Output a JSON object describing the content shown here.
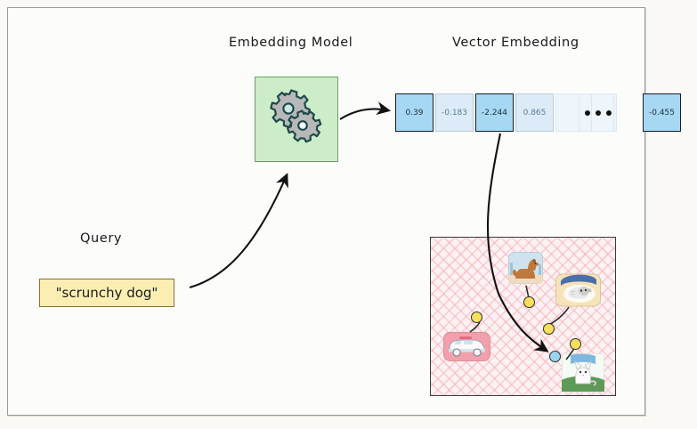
{
  "diagram": {
    "headings": {
      "embedding_model": "Embedding Model",
      "vector_embedding": "Vector Embedding",
      "query": "Query"
    },
    "query_box": {
      "text": "\"scrunchy dog\"",
      "fill": "#fbeeb3",
      "border": "#8a6d2f"
    },
    "embedding_model_box": {
      "icon": "gears-icon",
      "fill": "#cdedc8",
      "border": "#6e9c6a"
    },
    "vector_cells": [
      {
        "value": "0.39",
        "style": "dark"
      },
      {
        "value": "-0.183",
        "style": "light"
      },
      {
        "value": "-2.244",
        "style": "dark"
      },
      {
        "value": "0.865",
        "style": "light"
      },
      {
        "value": "",
        "style": "ellipsis"
      },
      {
        "value": "-0.455",
        "style": "dark"
      }
    ],
    "vector_space": {
      "fill": "#fdf1f3",
      "hatch": "#f3aab4",
      "border": "#3a3a3a",
      "items": [
        {
          "name": "dog-standing-thumbnail",
          "label": "brown dog"
        },
        {
          "name": "dog-in-bed-thumbnail",
          "label": "dog lying in bed"
        },
        {
          "name": "car-thumbnail",
          "label": "white car"
        },
        {
          "name": "cat-thumbnail",
          "label": "white cat on grass"
        }
      ],
      "points": [
        {
          "name": "embedding-point-dog",
          "color": "yellow"
        },
        {
          "name": "embedding-point-bed",
          "color": "yellow"
        },
        {
          "name": "embedding-point-car",
          "color": "yellow"
        },
        {
          "name": "embedding-point-cat",
          "color": "yellow"
        },
        {
          "name": "query-embedding-point",
          "color": "blue"
        }
      ]
    },
    "arrows": [
      {
        "name": "query-to-model-arrow"
      },
      {
        "name": "model-to-vector-arrow"
      },
      {
        "name": "vector-to-space-arrow"
      }
    ]
  }
}
